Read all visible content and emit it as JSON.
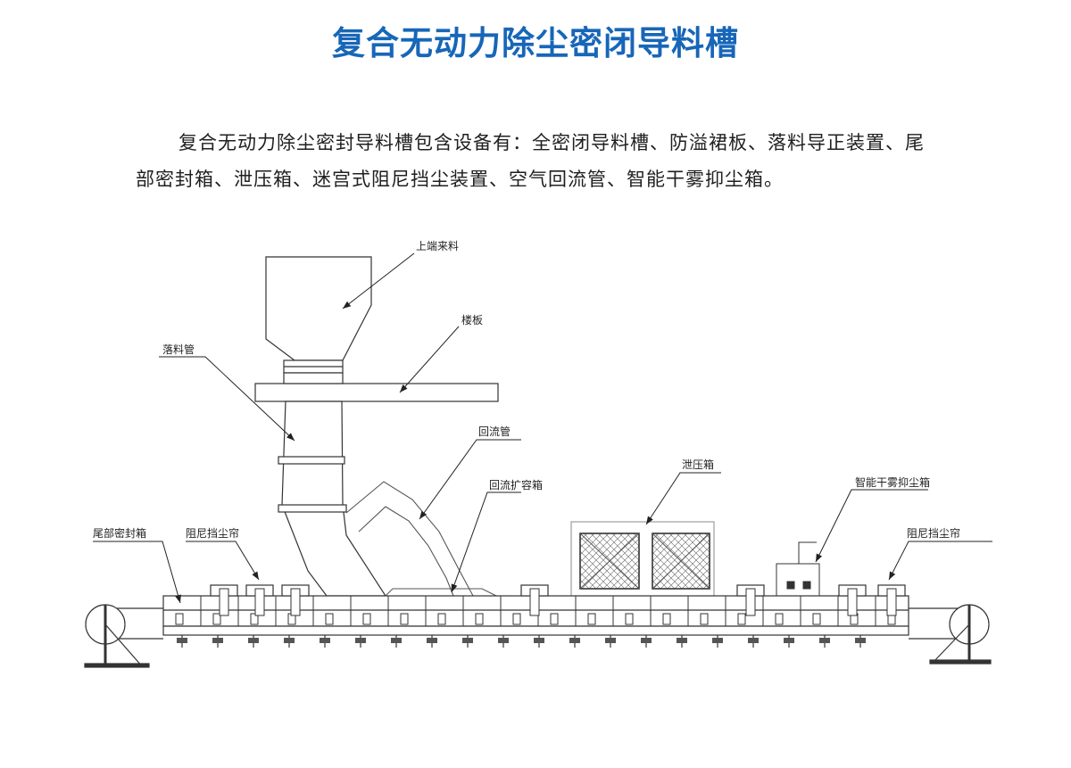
{
  "title": "复合无动力除尘密闭导料槽",
  "description": "复合无动力除尘密封导料槽包含设备有：全密闭导料槽、防溢裙板、落料导正装置、尾部密封箱、泄压箱、迷宫式阻尼挡尘装置、空气回流管、智能干雾抑尘箱。",
  "labels": {
    "top_feed": "上端来料",
    "floor": "楼板",
    "chute": "落料管",
    "return_pipe": "回流管",
    "return_expansion_box": "回流扩容箱",
    "relief_box": "泄压箱",
    "dry_fog_box": "智能干雾抑尘箱",
    "tail_seal_box": "尾部密封箱",
    "damping_curtain_left": "阻尼挡尘帘",
    "damping_curtain_right": "阻尼挡尘帘"
  },
  "colors": {
    "title": "#1766b8",
    "line": "#333333",
    "text": "#1f1f1f"
  }
}
